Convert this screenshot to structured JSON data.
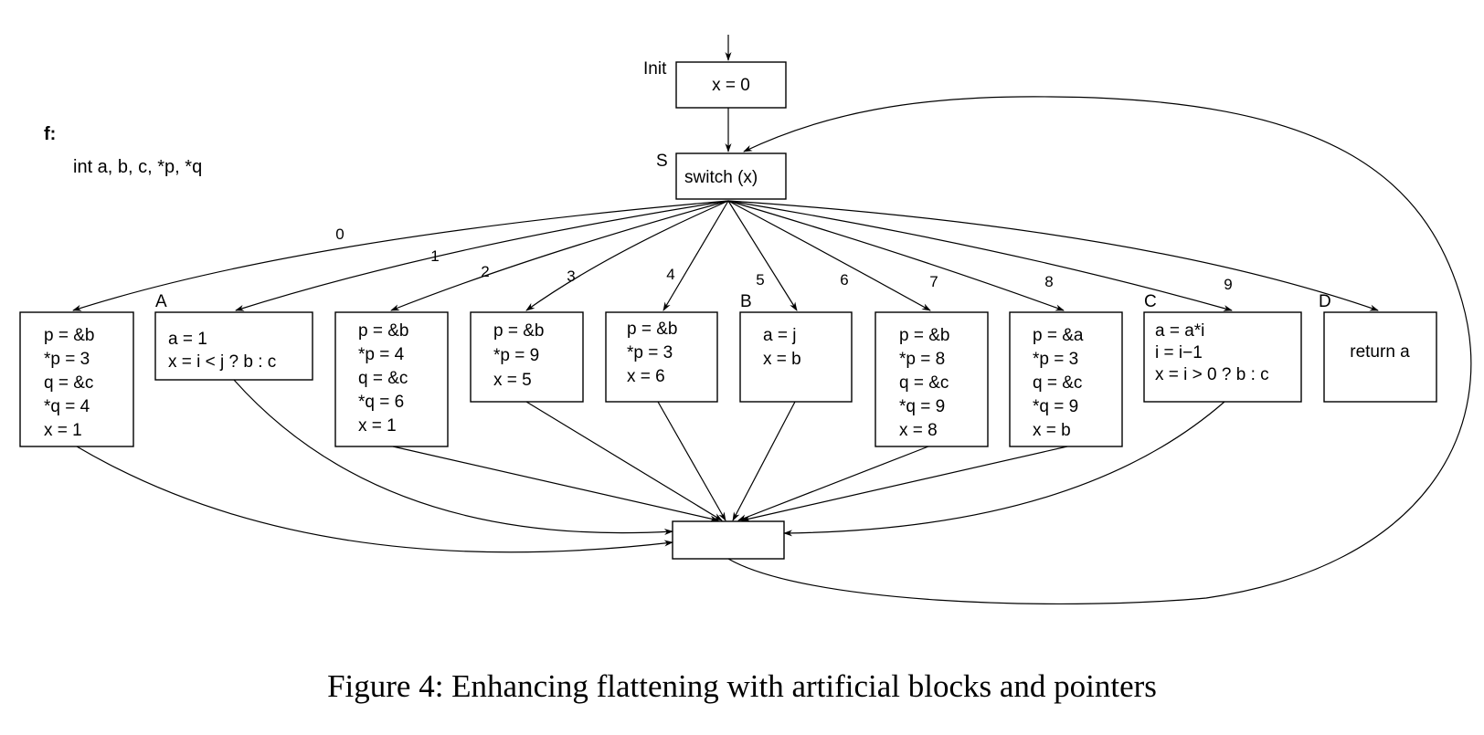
{
  "function": {
    "name": "f:",
    "declaration": "int a, b, c, *p, *q"
  },
  "nodes": {
    "init": {
      "label": "Init",
      "lines": [
        "x = 0"
      ]
    },
    "switch": {
      "label": "S",
      "lines": [
        "switch (x)"
      ]
    },
    "case0": {
      "label": "",
      "lines": [
        "p = &b",
        "*p = 3",
        "q = &c",
        "*q = 4",
        "x = 1"
      ]
    },
    "case1": {
      "label": "A",
      "lines": [
        "a = 1",
        "x = i < j ? b : c"
      ]
    },
    "case2": {
      "label": "",
      "lines": [
        "p = &b",
        "*p = 4",
        "q = &c",
        "*q = 6",
        "x = 1"
      ]
    },
    "case3": {
      "label": "",
      "lines": [
        "p = &b",
        "*p = 9",
        "x = 5"
      ]
    },
    "case4": {
      "label": "",
      "lines": [
        "p = &b",
        "*p = 3",
        "x = 6"
      ]
    },
    "case5": {
      "label": "B",
      "lines": [
        "a = j",
        "x = b"
      ]
    },
    "case6": {
      "label": "",
      "lines": [
        "p = &b",
        "*p = 8",
        "q = &c",
        "*q = 9",
        "x = 8"
      ]
    },
    "case7": {
      "label": "",
      "lines": [
        "p = &a",
        "*p = 3",
        "q = &c",
        "*q = 9",
        "x = b"
      ]
    },
    "case8": {
      "label": "C",
      "lines": [
        "a = a*i",
        "i = i−1",
        "x = i > 0 ? b : c"
      ]
    },
    "case9": {
      "label": "D",
      "lines": [
        "return a"
      ]
    },
    "join": {
      "label": "",
      "lines": []
    }
  },
  "edge_labels": [
    "0",
    "1",
    "2",
    "3",
    "4",
    "5",
    "6",
    "7",
    "8",
    "9"
  ],
  "caption": "Figure 4: Enhancing flattening with artificial blocks and pointers"
}
